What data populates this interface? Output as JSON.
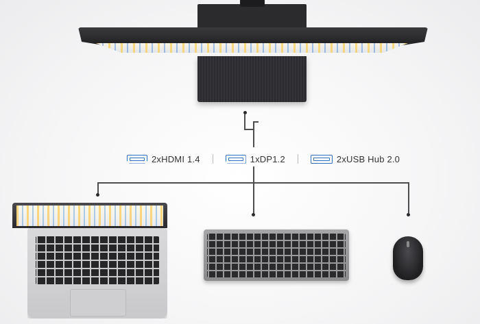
{
  "ports": [
    {
      "label": "2xHDMI 1.4",
      "icon": "hdmi-port-icon"
    },
    {
      "label": "1xDP1.2",
      "icon": "displayport-icon"
    },
    {
      "label": "2xUSB Hub 2.0",
      "icon": "usb-port-icon"
    }
  ],
  "colors": {
    "accent": "#2f6fbf",
    "line": "#4d4d50"
  }
}
